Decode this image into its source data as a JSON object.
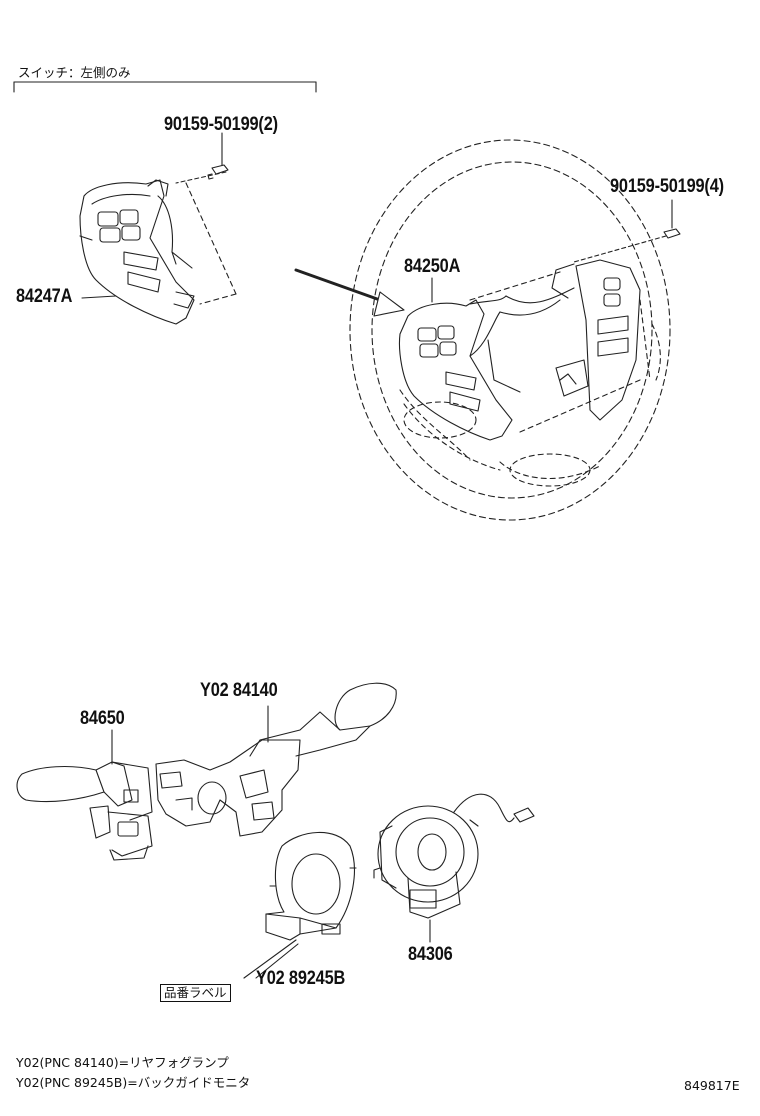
{
  "header_note": "スイッチ：左側のみ",
  "labels": {
    "bolt_left": "90159-50199(2)",
    "bolt_right": "90159-50199(4)",
    "switch_left": "84247A",
    "switch_assy": "84250A",
    "light_switch": "84650",
    "wiper_switch": "Y02 84140",
    "sensor": "Y02 89245B",
    "spiral_cable": "84306",
    "part_label_tag": "品番ラベル"
  },
  "footnotes": [
    "Y02(PNC 84140)=リヤフォグランプ",
    "Y02(PNC 89245B)=バックガイドモニタ"
  ],
  "diagram_code": "849817E"
}
